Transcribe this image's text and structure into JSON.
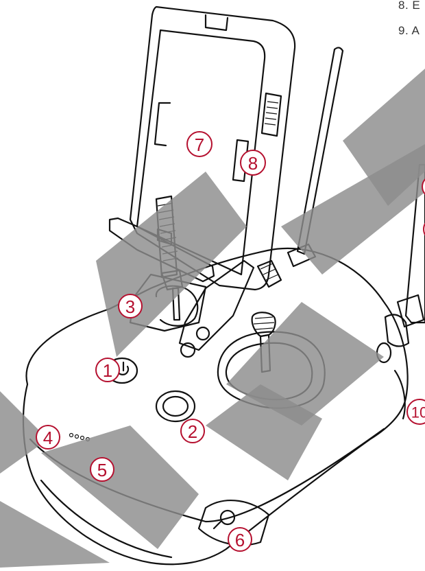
{
  "legend": {
    "items": [
      {
        "text": "8.  E"
      },
      {
        "text": "9.  A"
      }
    ]
  },
  "callouts": [
    {
      "label": "1"
    },
    {
      "label": "2"
    },
    {
      "label": "3"
    },
    {
      "label": "4"
    },
    {
      "label": "5"
    },
    {
      "label": "6"
    },
    {
      "label": "7"
    },
    {
      "label": "8"
    },
    {
      "label": "10"
    }
  ],
  "colors": {
    "accent": "#b5102f",
    "line": "#111111",
    "watermark": "#8c8c8c"
  }
}
